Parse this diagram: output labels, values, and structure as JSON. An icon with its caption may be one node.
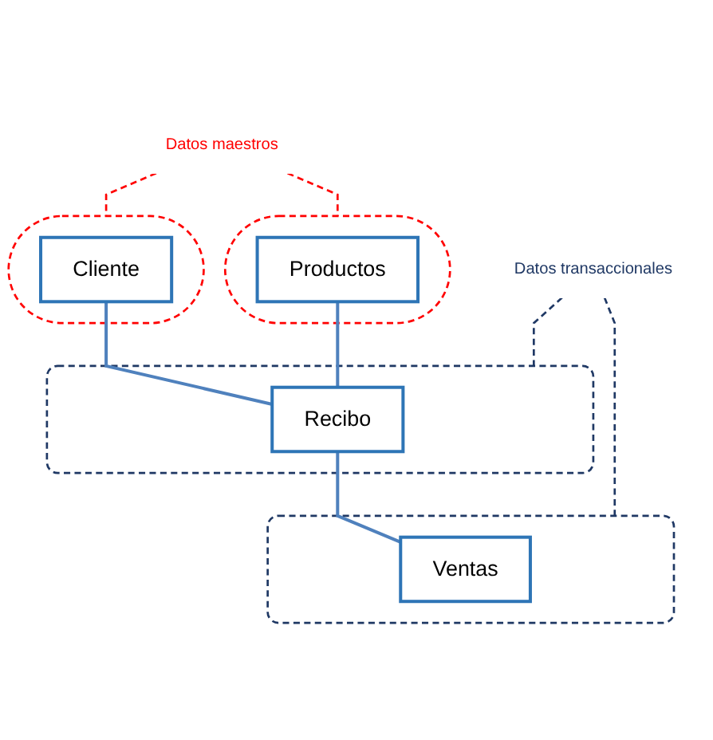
{
  "diagram": {
    "nodes": [
      {
        "text": [
          "Datos maestros"
        ]
      },
      {
        "text": [],
        "shape": "ellipse"
      },
      {
        "text": [
          "Cliente"
        ],
        "in": 1
      },
      {
        "text": [],
        "shape": "ellipse"
      },
      {
        "text": [
          "Productos"
        ],
        "in": 3
      },
      {
        "text": [],
        "shape": "box"
      },
      {
        "text": [
          "Recibo"
        ],
        "in": 5
      },
      {
        "text": [
          "Datos transaccionales"
        ]
      },
      {
        "text": [],
        "shape": "box"
      },
      {
        "text": [
          "Ventas"
        ],
        "in": 8
      }
    ],
    "edges": [
      {
        "from": 0,
        "to": 1,
        "arrow": "none",
        "style": "dashed",
        "color": "#ff0000"
      },
      {
        "from": 0,
        "to": 3,
        "arrow": "none",
        "style": "dashed",
        "color": "#ff0000"
      },
      {
        "from": 2,
        "to": 6,
        "arrow": "none"
      },
      {
        "from": 4,
        "to": 6,
        "arrow": "none"
      },
      {
        "from": 6,
        "to": 9,
        "arrow": "none"
      },
      {
        "from": 7,
        "to": 5,
        "arrow": "none",
        "style": "dashed",
        "color": "#1f3864"
      },
      {
        "from": 7,
        "to": 8,
        "arrow": "none",
        "style": "dashed",
        "color": "#1f3864"
      }
    ]
  }
}
